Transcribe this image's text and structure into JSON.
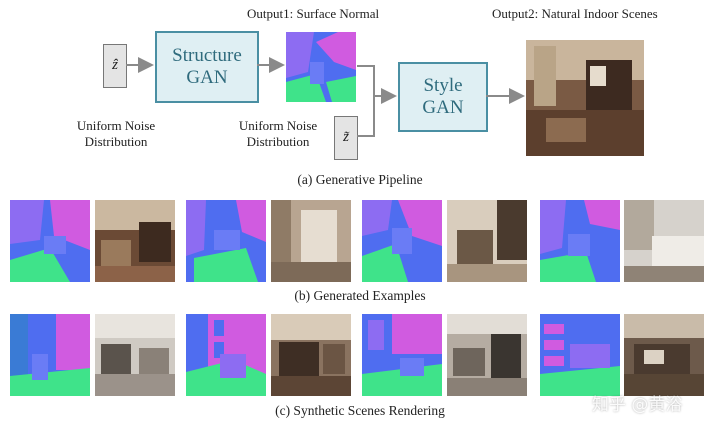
{
  "pipeline": {
    "structure_gan": [
      "Structure",
      "GAN"
    ],
    "style_gan": [
      "Style",
      "GAN"
    ],
    "noise_symbol_1": "ẑ",
    "noise_symbol_2": "z̃",
    "noise_label_1": [
      "Uniform Noise",
      "Distribution"
    ],
    "noise_label_2": [
      "Uniform Noise",
      "Distribution"
    ],
    "output1_label": "Output1: Surface Normal",
    "output2_label": "Output2: Natural Indoor Scenes",
    "caption": "(a) Generative Pipeline"
  },
  "generated_examples": {
    "caption": "(b) Generated Examples"
  },
  "synthetic_rendering": {
    "caption": "(c) Synthetic Scenes Rendering"
  },
  "watermark": "知乎 @黄浴",
  "colors": {
    "gan_box_fill": "#dfeff3",
    "gan_box_border": "#4a8fa3",
    "gan_text": "#2f6b7d",
    "normal_blue": "#4f6df0",
    "normal_magenta": "#d05be0",
    "normal_green": "#3fe38a",
    "normal_violet": "#8d6cf2"
  }
}
